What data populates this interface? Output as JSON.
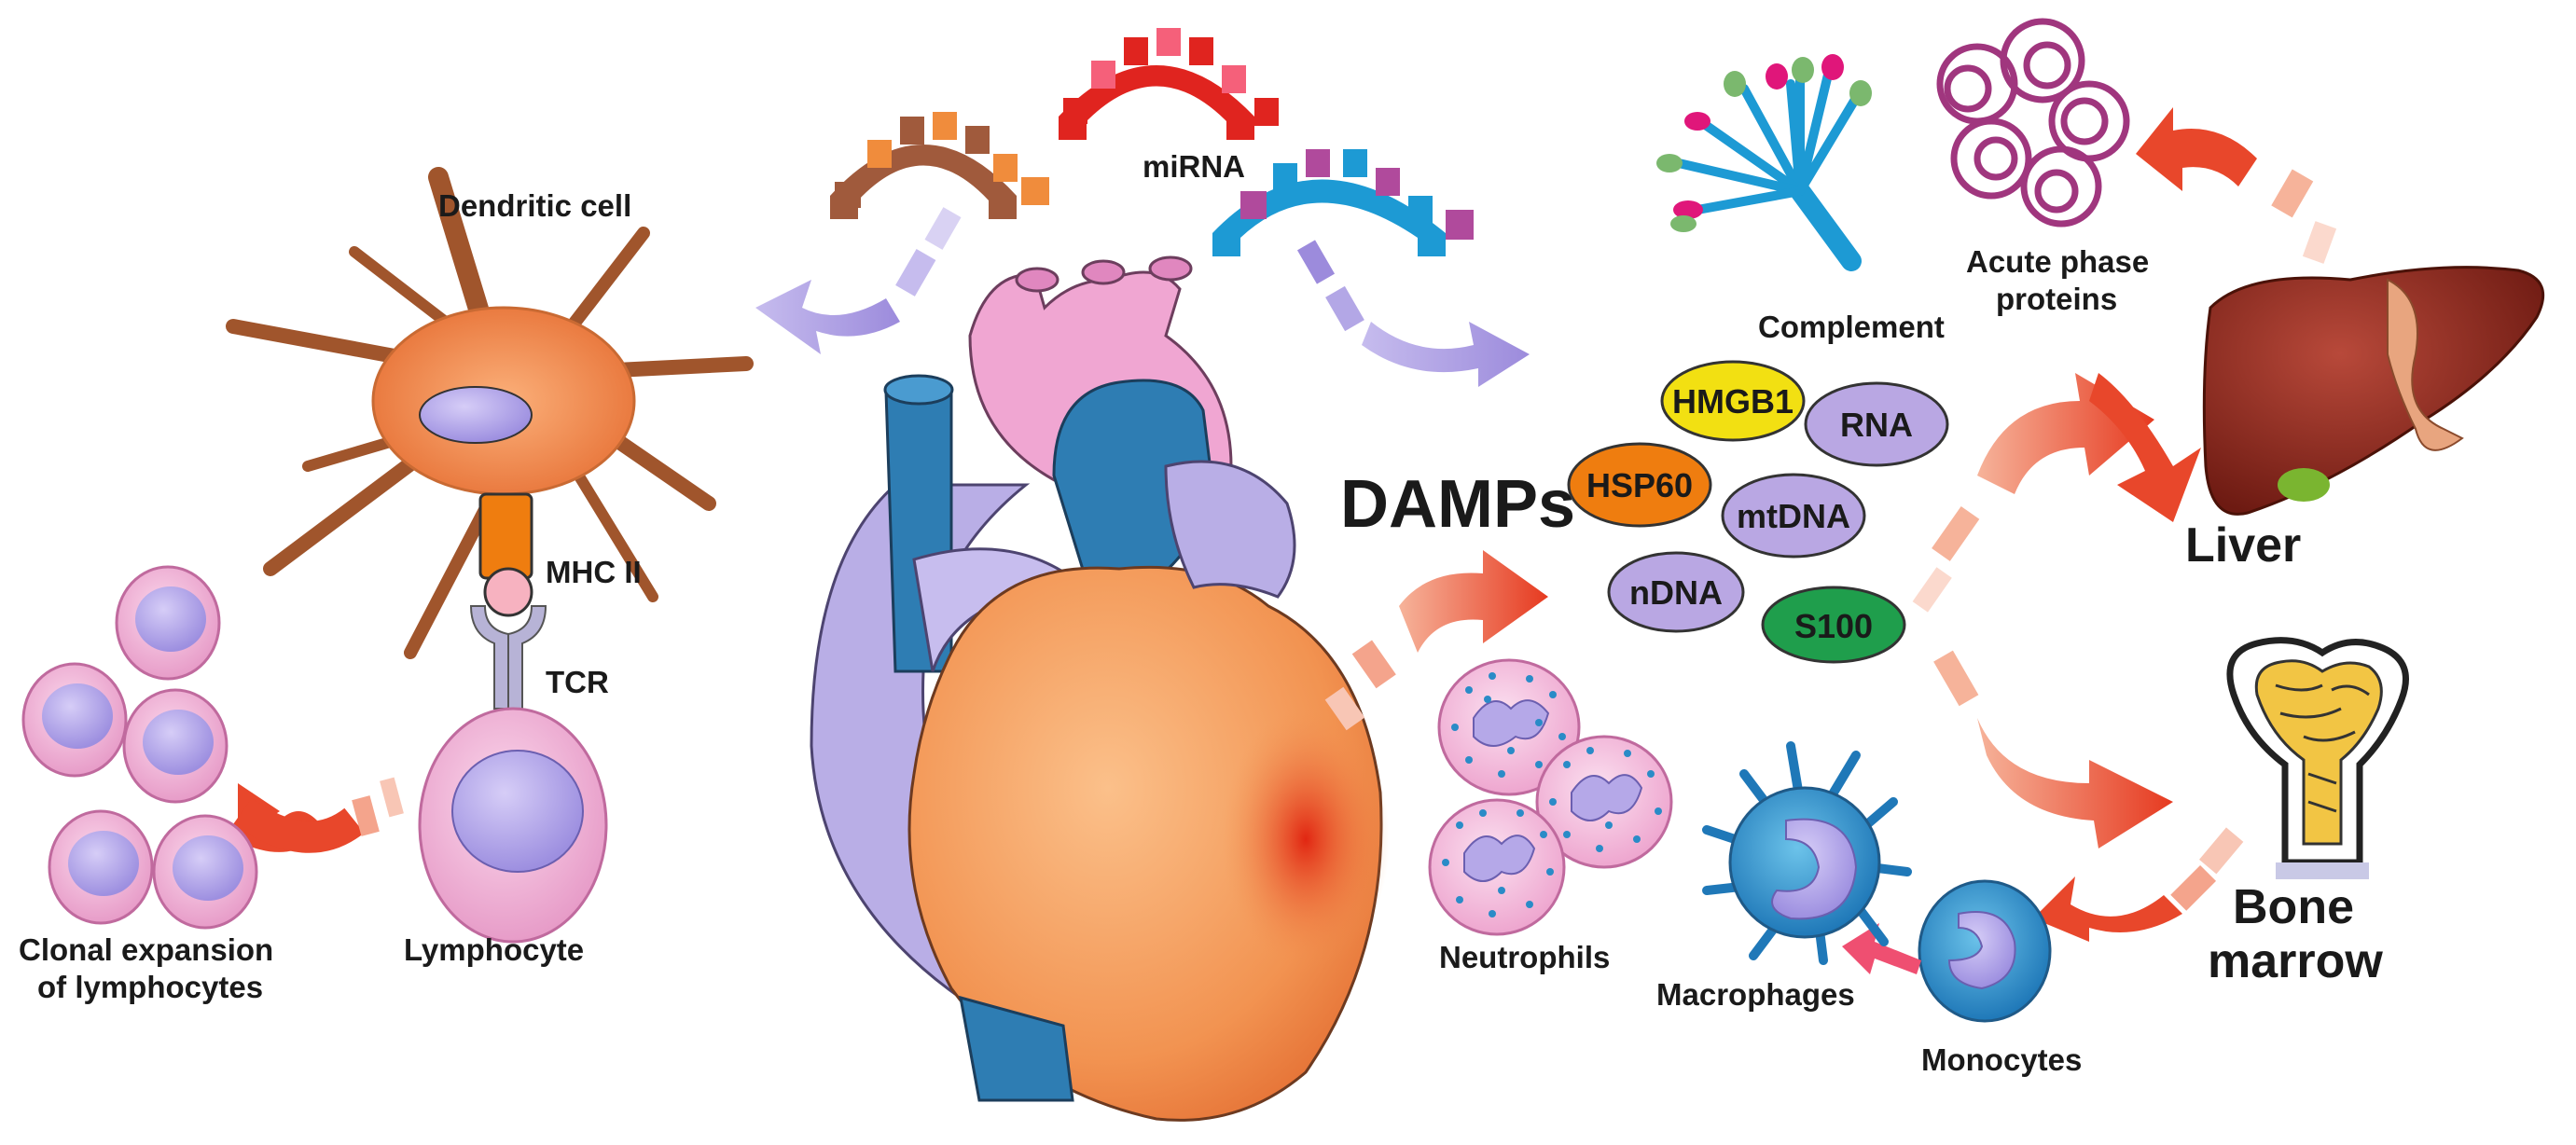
{
  "labels": {
    "dendritic_cell": "Dendritic cell",
    "mhc": "MHC II",
    "tcr": "TCR",
    "lymphocyte": "Lymphocyte",
    "clonal_line1": "Clonal expansion",
    "clonal_line2": "of lymphocytes",
    "mirna": "miRNA",
    "damps": "DAMPs",
    "complement": "Complement",
    "acute_line1": "Acute phase",
    "acute_line2": "proteins",
    "liver": "Liver",
    "bone_line1": "Bone",
    "bone_line2": "marrow",
    "neutrophils": "Neutrophils",
    "macrophages": "Macrophages",
    "monocytes": "Monocytes"
  },
  "damps": [
    {
      "label": "HMGB1",
      "color": "#f2e012"
    },
    {
      "label": "RNA",
      "color": "#b9a7e3"
    },
    {
      "label": "HSP60",
      "color": "#ef7d0f"
    },
    {
      "label": "mtDNA",
      "color": "#b9a7e3"
    },
    {
      "label": "nDNA",
      "color": "#b9a7e3"
    },
    {
      "label": "S100",
      "color": "#1f9e4c"
    }
  ],
  "colors": {
    "arrow_red": "#e8472b",
    "arrow_purple": "#a99ae0",
    "dendritic": "#f08c4a",
    "lymph_pink": "#f2b6d8",
    "nucleus": "#b5a8e8",
    "heart_orange": "#f6a35e",
    "liver": "#8f2a1e"
  }
}
